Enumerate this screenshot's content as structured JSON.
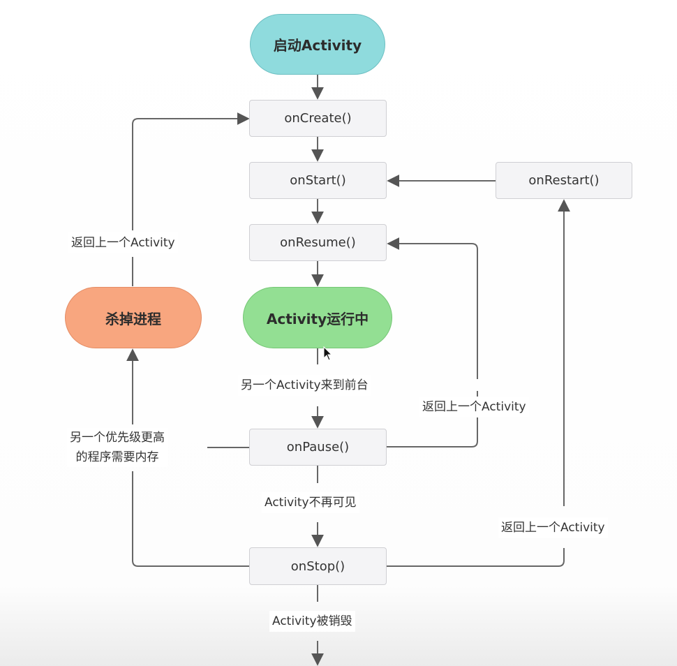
{
  "diagram": {
    "title": "Android Activity Lifecycle",
    "nodes": {
      "start": "启动Activity",
      "on_create": "onCreate()",
      "on_start": "onStart()",
      "on_restart": "onRestart()",
      "on_resume": "onResume()",
      "running": "Activity运行中",
      "kill_process": "杀掉进程",
      "on_pause": "onPause()",
      "on_stop": "onStop()"
    },
    "edge_labels": {
      "back_to_create": "返回上一个Activity",
      "another_foreground": "另一个Activity来到前台",
      "back_to_resume": "返回上一个Activity",
      "memory_line1": "另一个优先级更高",
      "memory_line2": "的程序需要内存",
      "not_visible": "Activity不再可见",
      "back_to_restart": "返回上一个Activity",
      "destroyed": "Activity被销毁"
    },
    "colors": {
      "start": "#8fdbdd",
      "running": "#93df93",
      "kill": "#f8a67f",
      "box": "#f4f4f6",
      "line": "#555555"
    }
  }
}
